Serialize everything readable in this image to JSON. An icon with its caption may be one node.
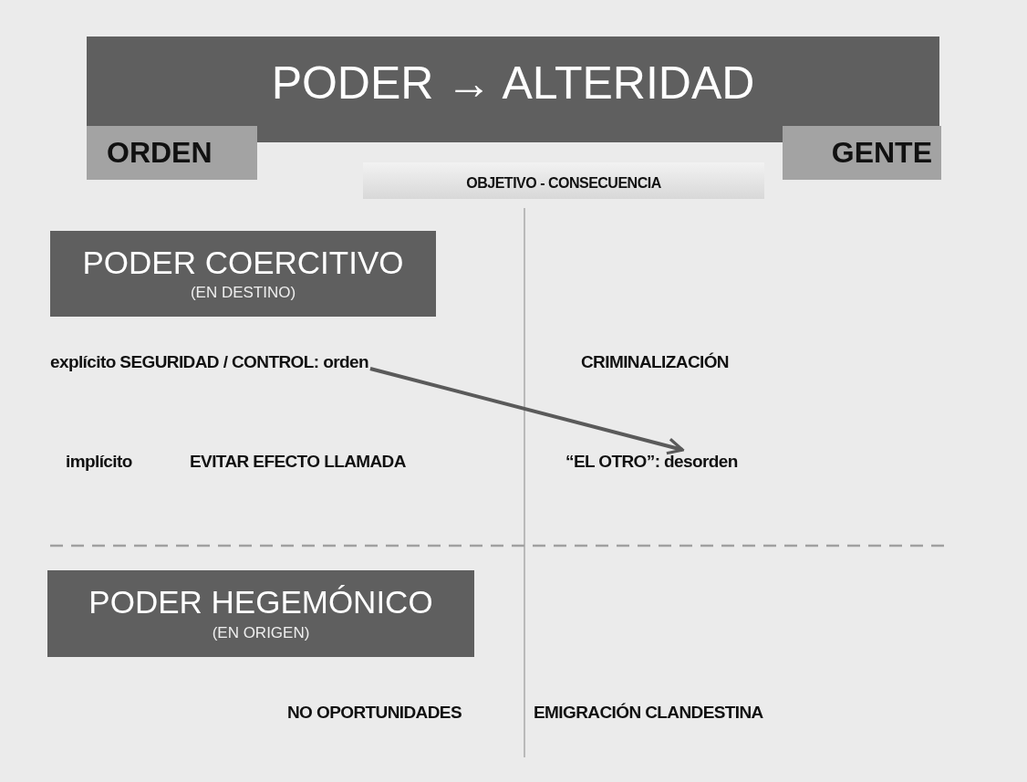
{
  "diagram": {
    "title": "PODER → ALTERIDAD",
    "nodes": [
      {
        "text": [
          "ORDEN"
        ]
      },
      {
        "text": [
          "GENTE"
        ]
      },
      {
        "text": [
          "OBJETIVO - CONSECUENCIA"
        ]
      },
      {
        "text": [
          "PODER COERCITIVO",
          "(EN DESTINO)"
        ]
      },
      {
        "text": [
          "explícito SEGURIDAD / CONTROL: orden"
        ]
      },
      {
        "text": [
          "“EL OTRO”: desorden"
        ]
      },
      {
        "text": [
          "PODER HEGEMÓNICO",
          "(EN ORIGEN)"
        ]
      }
    ],
    "edges": [
      {
        "from": 4,
        "to": 5,
        "arrow": "to"
      }
    ],
    "labels": [
      "CRIMINALIZACIÓN",
      "implícito",
      "EVITAR EFECTO LLAMADA",
      "NO OPORTUNIDADES",
      "EMIGRACIÓN CLANDESTINA"
    ]
  }
}
